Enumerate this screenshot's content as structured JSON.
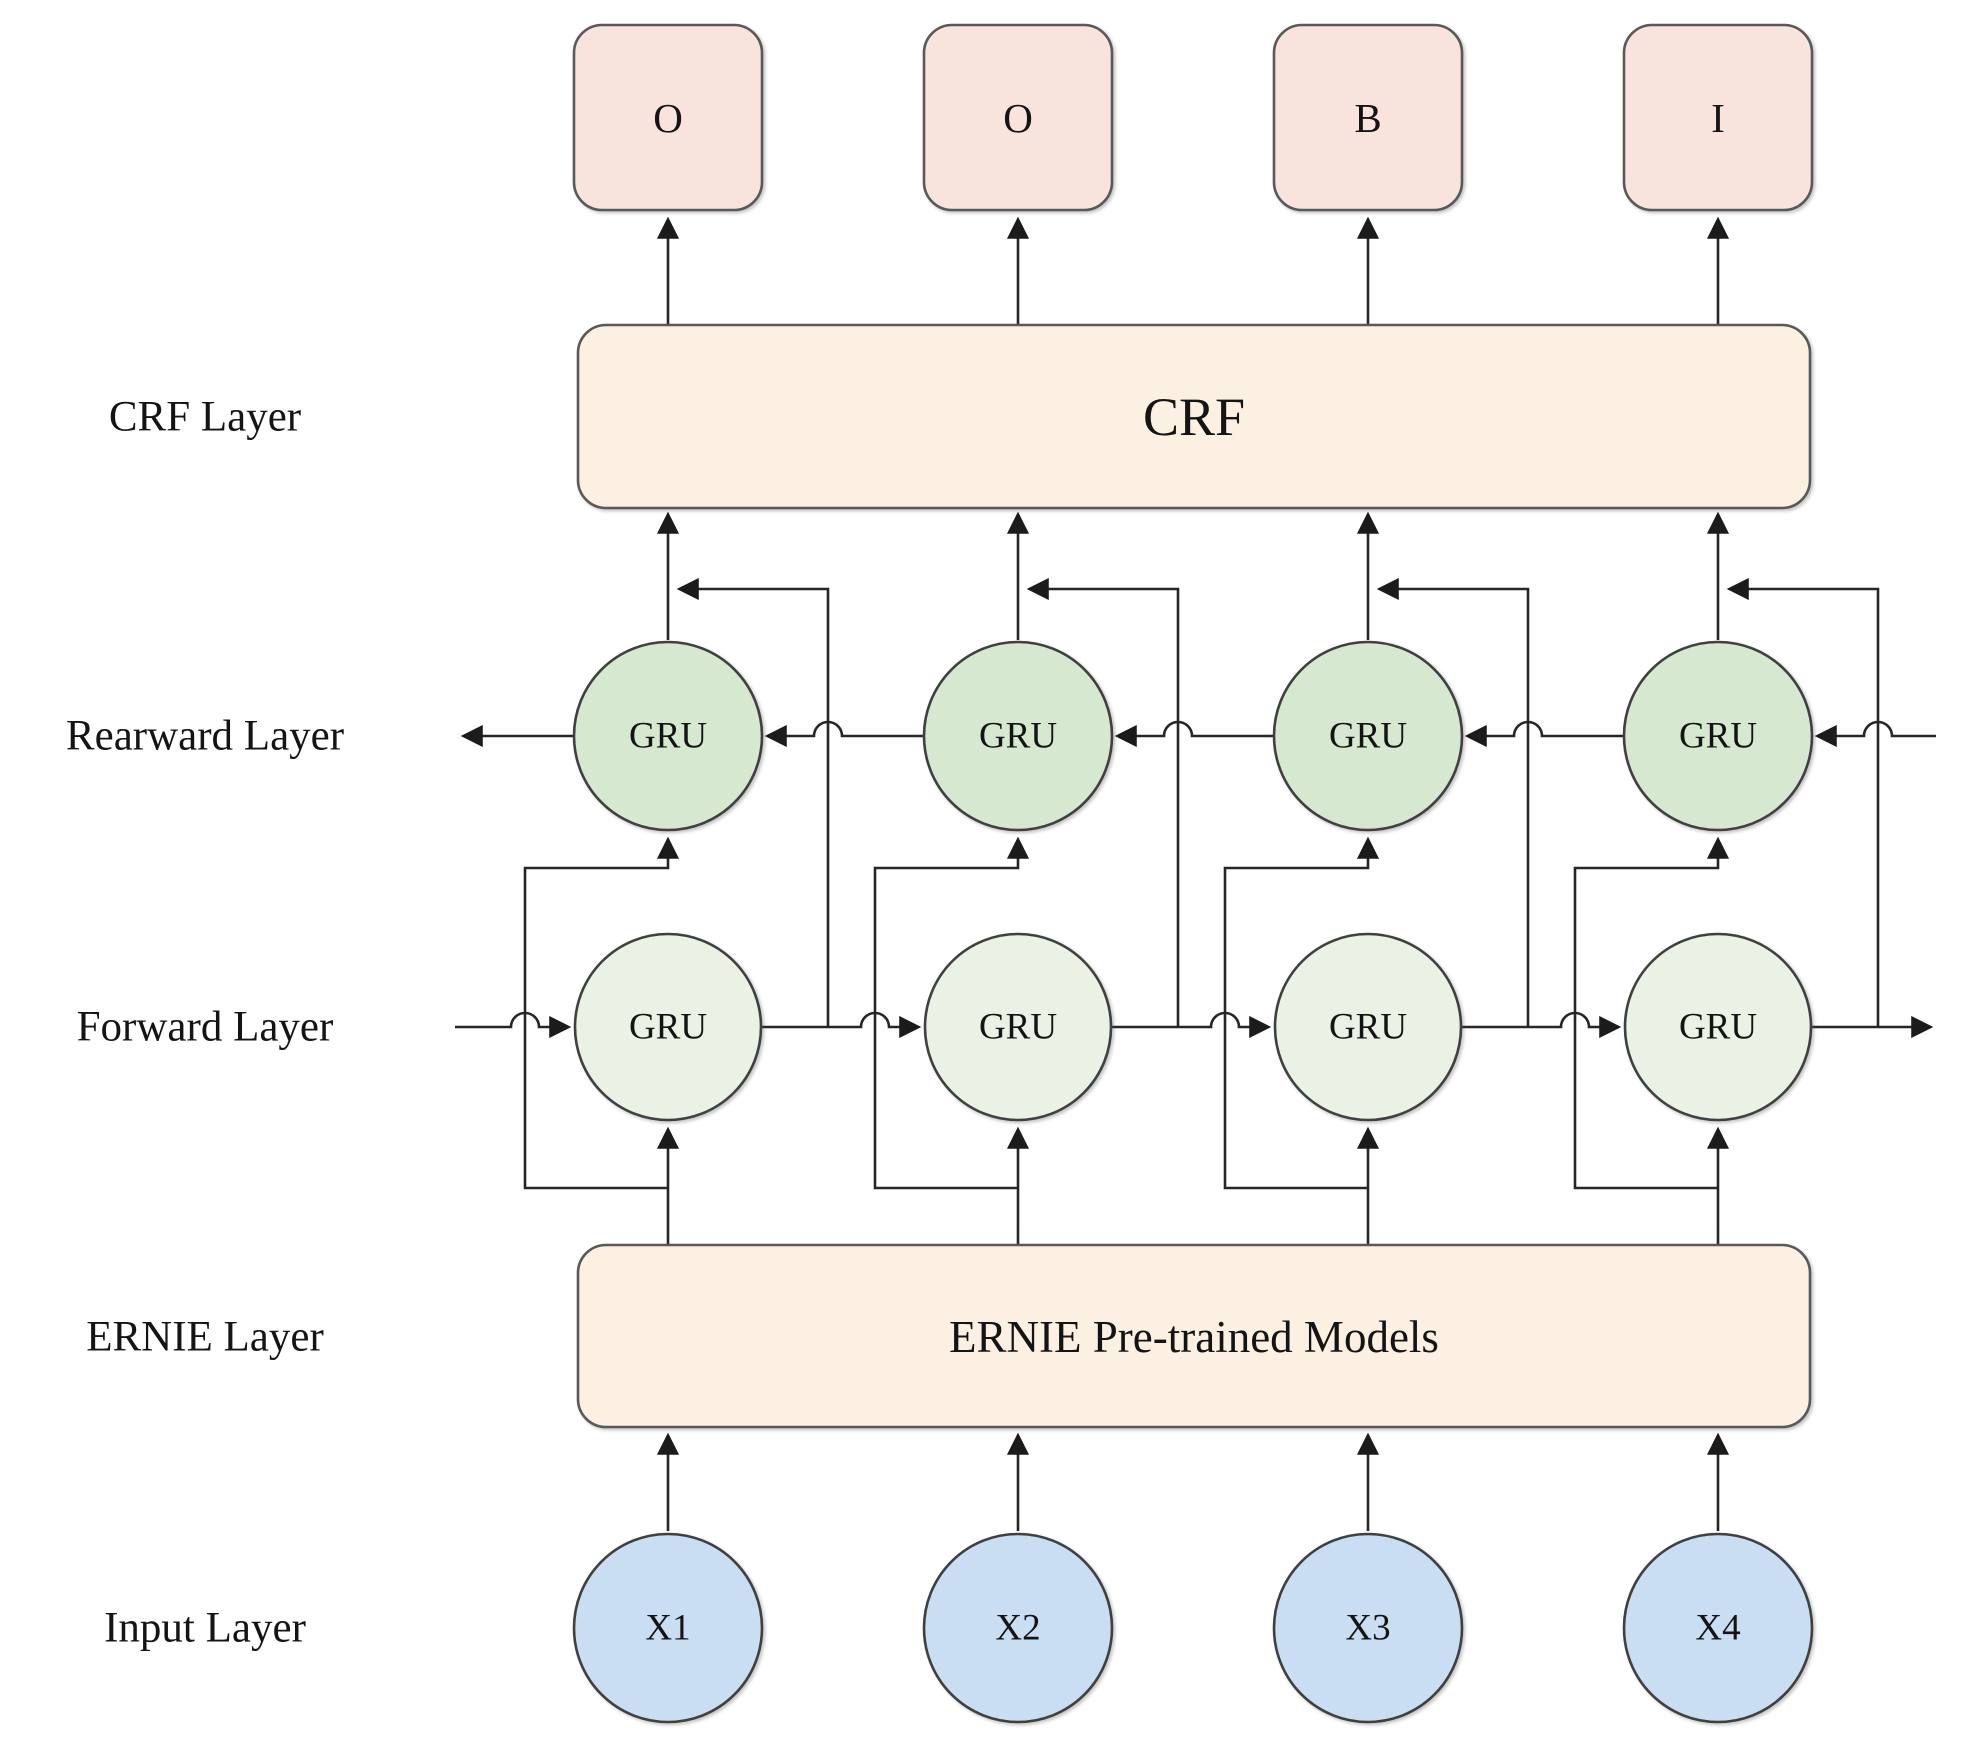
{
  "diagram": {
    "layer_labels": {
      "crf": {
        "label": "CRF Layer"
      },
      "rearward": {
        "label": "Rearward Layer"
      },
      "forward": {
        "label": "Forward Layer"
      },
      "ernie": {
        "label": "ERNIE Layer"
      },
      "input": {
        "label": "Input Layer"
      }
    },
    "output_tags": [
      {
        "label": "O"
      },
      {
        "label": "O"
      },
      {
        "label": "B"
      },
      {
        "label": "I"
      }
    ],
    "crf_box": {
      "label": "CRF"
    },
    "ernie_box": {
      "label": "ERNIE Pre-trained Models"
    },
    "rearward_nodes": [
      {
        "label": "GRU"
      },
      {
        "label": "GRU"
      },
      {
        "label": "GRU"
      },
      {
        "label": "GRU"
      }
    ],
    "forward_nodes": [
      {
        "label": "GRU"
      },
      {
        "label": "GRU"
      },
      {
        "label": "GRU"
      },
      {
        "label": "GRU"
      }
    ],
    "input_nodes": [
      {
        "label": "X1"
      },
      {
        "label": "X2"
      },
      {
        "label": "X3"
      },
      {
        "label": "X4"
      }
    ],
    "colors": {
      "tag_fill": "#f9e3dd",
      "crf_fill": "#fbf0e1",
      "ernie_fill": "#fbf0e1",
      "rearward_fill": "#d7e8d1",
      "forward_fill": "#e9f2e4",
      "input_fill": "#c9def2",
      "line": "#262626",
      "text": "#141414"
    }
  }
}
